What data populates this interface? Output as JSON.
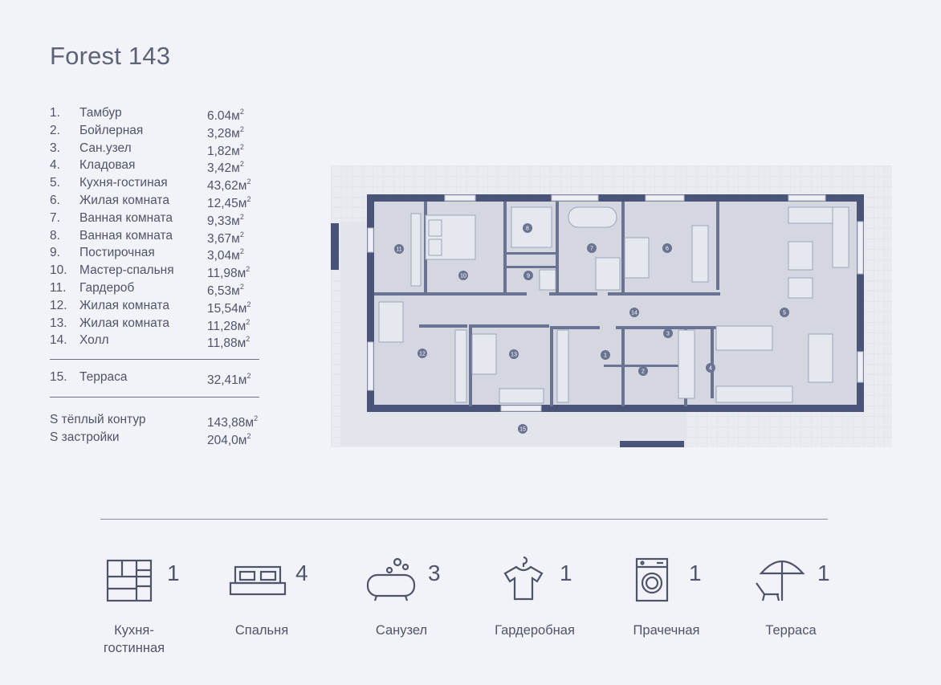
{
  "title": "Forest 143",
  "rooms": [
    {
      "num": "1.",
      "name": "Тамбур",
      "area": "6.04м",
      "sup": "2"
    },
    {
      "num": "2.",
      "name": "Бойлерная",
      "area": "3,28м",
      "sup": "2"
    },
    {
      "num": "3.",
      "name": "Сан.узел",
      "area": "1,82м",
      "sup": "2"
    },
    {
      "num": "4.",
      "name": "Кладовая",
      "area": "3,42м",
      "sup": "2"
    },
    {
      "num": "5.",
      "name": "Кухня-гостиная",
      "area": "43,62м",
      "sup": "2"
    },
    {
      "num": "6.",
      "name": "Жилая комната",
      "area": "12,45м",
      "sup": "2"
    },
    {
      "num": "7.",
      "name": "Ванная комната",
      "area": "9,33м",
      "sup": "2"
    },
    {
      "num": "8.",
      "name": "Ванная комната",
      "area": "3,67м",
      "sup": "2"
    },
    {
      "num": "9.",
      "name": "Постирочная",
      "area": "3,04м",
      "sup": "2"
    },
    {
      "num": "10.",
      "name": "Мастер-спальня",
      "area": "11,98м",
      "sup": "2"
    },
    {
      "num": "11.",
      "name": "Гардероб",
      "area": "6,53м",
      "sup": "2"
    },
    {
      "num": "12.",
      "name": "Жилая комната",
      "area": "15,54м",
      "sup": "2"
    },
    {
      "num": "13.",
      "name": "Жилая комната",
      "area": "11,28м",
      "sup": "2"
    },
    {
      "num": "14.",
      "name": "Холл",
      "area": "11,88м",
      "sup": "2"
    }
  ],
  "terrace": {
    "num": "15.",
    "name": "Терраса",
    "area": "32,41м",
    "sup": "2"
  },
  "totals": [
    {
      "name": "S тёплый контур",
      "area": "143,88м",
      "sup": "2"
    },
    {
      "name": "S застройки",
      "area": "204,0м",
      "sup": "2"
    }
  ],
  "plan_labels": [
    "1",
    "2",
    "3",
    "4",
    "5",
    "6",
    "7",
    "8",
    "9",
    "10",
    "11",
    "12",
    "13",
    "14",
    "15"
  ],
  "features": [
    {
      "icon": "kitchen-icon",
      "count": "1",
      "label": "Кухня-\nгостинная"
    },
    {
      "icon": "bed-icon",
      "count": "4",
      "label": "Спальня"
    },
    {
      "icon": "bathtub-icon",
      "count": "3",
      "label": "Санузел"
    },
    {
      "icon": "tshirt-hanger-icon",
      "count": "1",
      "label": "Гардеробная"
    },
    {
      "icon": "washing-machine-icon",
      "count": "1",
      "label": "Прачечная"
    },
    {
      "icon": "beach-umbrella-icon",
      "count": "1",
      "label": "Терраса"
    }
  ],
  "colors": {
    "wall": "#4a5378",
    "floor": "#d3d5de",
    "grid": "#dfe2ea",
    "text": "#4f5468"
  }
}
